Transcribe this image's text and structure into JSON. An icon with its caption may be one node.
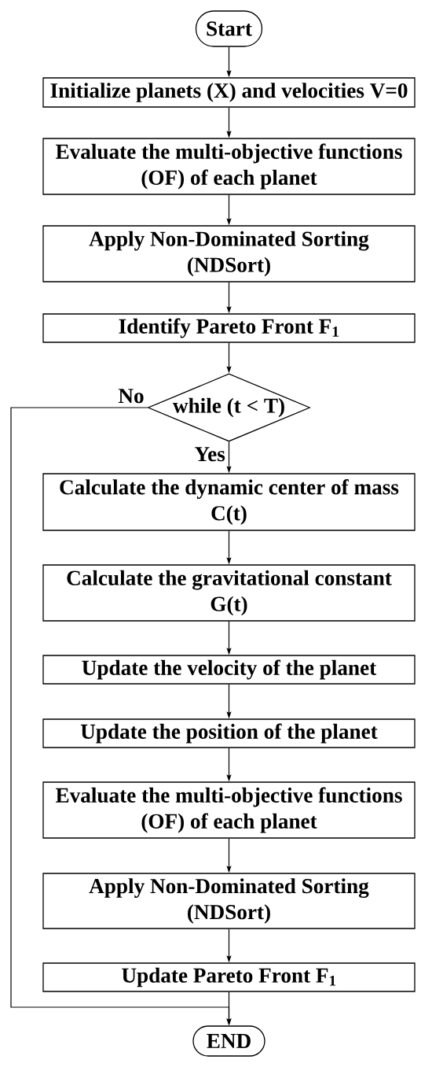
{
  "diagram": {
    "nodes": [
      {
        "text": [
          "Start"
        ]
      },
      {
        "text": [
          "Initialize planets (X) and velocities V=0"
        ]
      },
      {
        "text": [
          "Evaluate the multi-objective functions (OF) of each planet"
        ]
      },
      {
        "text": [
          "Apply Non-Dominated Sorting (NDSort)"
        ]
      },
      {
        "text": [
          "Identify Pareto Front F$_{1}$"
        ]
      },
      {
        "text": [
          "while (t < T)"
        ]
      },
      {
        "text": [
          "Calculate the dynamic center of mass C(t)"
        ]
      },
      {
        "text": [
          "Calculate the gravitational constant G(t)"
        ]
      },
      {
        "text": [
          "Update the velocity of the planet"
        ]
      },
      {
        "text": [
          "Update the position of the planet"
        ]
      },
      {
        "text": [
          "Evaluate the multi-objective functions (OF) of each planet"
        ]
      },
      {
        "text": [
          "Apply Non-Dominated Sorting (NDSort)"
        ]
      },
      {
        "text": [
          "Update Pareto Front F$_{1}$"
        ]
      },
      {
        "text": [
          "END"
        ]
      }
    ],
    "edges": [
      {
        "from": 0,
        "to": 1,
        "arrow": "to"
      },
      {
        "from": 1,
        "to": 2,
        "arrow": "to"
      },
      {
        "from": 2,
        "to": 3,
        "arrow": "to"
      },
      {
        "from": 3,
        "to": 4,
        "arrow": "to"
      },
      {
        "from": 4,
        "to": 5,
        "arrow": "to"
      },
      {
        "from": 5,
        "to": 6,
        "arrow": "to",
        "label": "Yes"
      },
      {
        "from": 6,
        "to": 7,
        "arrow": "to"
      },
      {
        "from": 7,
        "to": 8,
        "arrow": "to"
      },
      {
        "from": 8,
        "to": 9,
        "arrow": "to"
      },
      {
        "from": 9,
        "to": 10,
        "arrow": "to"
      },
      {
        "from": 10,
        "to": 11,
        "arrow": "to"
      },
      {
        "from": 11,
        "to": 12,
        "arrow": "to"
      },
      {
        "from": 12,
        "to": 13,
        "arrow": "to"
      },
      {
        "from": 5,
        "to": 13,
        "arrow": "to",
        "label": "No"
      }
    ]
  }
}
